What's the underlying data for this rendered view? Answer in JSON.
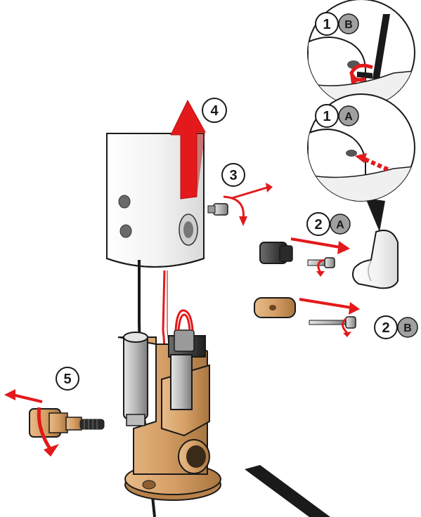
{
  "steps": {
    "s1b": {
      "number": "1",
      "letter": "B"
    },
    "s1a": {
      "number": "1",
      "letter": "A"
    },
    "s2a": {
      "number": "2",
      "letter": "A"
    },
    "s2b": {
      "number": "2",
      "letter": "B"
    },
    "s3": {
      "number": "3"
    },
    "s4": {
      "number": "4"
    },
    "s5": {
      "number": "5"
    }
  },
  "colors": {
    "arrow_red": "#e3191b",
    "brass": "#d9a670",
    "brass_dark": "#a87a48",
    "body_white": "#f4f4f4",
    "badge_grey": "#a0a0a0",
    "outline": "#1a1a1a"
  }
}
